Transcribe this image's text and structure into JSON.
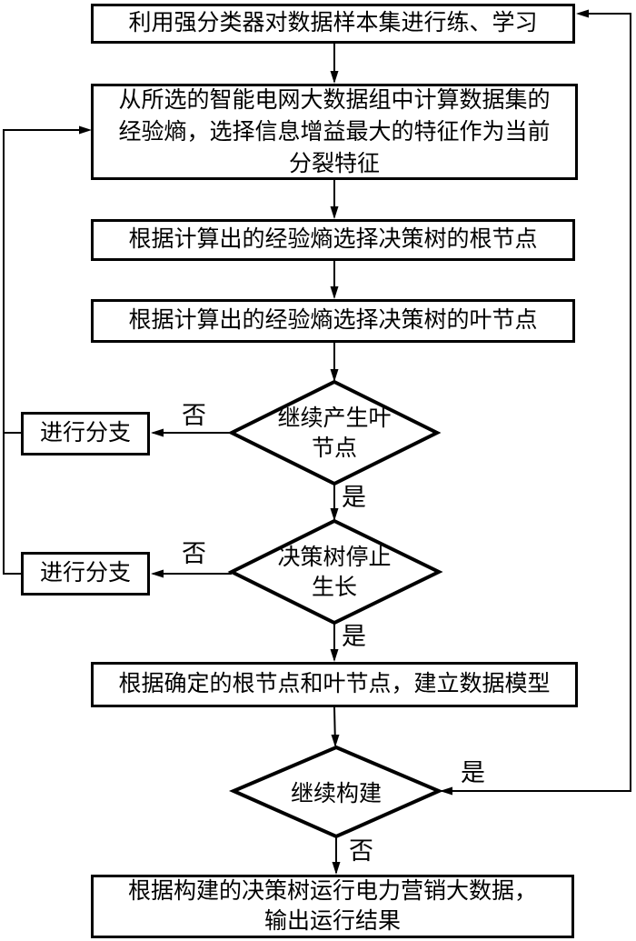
{
  "boxes": {
    "train": "利用强分类器对数据样本集进行练、学习",
    "entropy_line1": "从所选的智能电网大数据组中计算数据集的",
    "entropy_line2": "经验熵，选择信息增益最大的特征作为当前",
    "entropy_line3": "分裂特征",
    "root": "根据计算出的经验熵选择决策树的根节点",
    "leaf": "根据计算出的经验熵选择决策树的叶节点",
    "branch1": "进行分支",
    "branch2": "进行分支",
    "model": "根据确定的根节点和叶节点，建立数据模型",
    "run_line1": "根据构建的决策树运行电力营销大数据，",
    "run_line2": "输出运行结果"
  },
  "decisions": {
    "leaf_line1": "继续产生叶",
    "leaf_line2": "节点",
    "stop_line1": "决策树停止",
    "stop_line2": "生长",
    "build": "继续构建"
  },
  "labels": {
    "no1": "否",
    "yes1": "是",
    "no2": "否",
    "yes2": "是",
    "yes3": "是",
    "no3": "否"
  },
  "colors": {
    "stroke": "#000000",
    "background": "#ffffff"
  }
}
